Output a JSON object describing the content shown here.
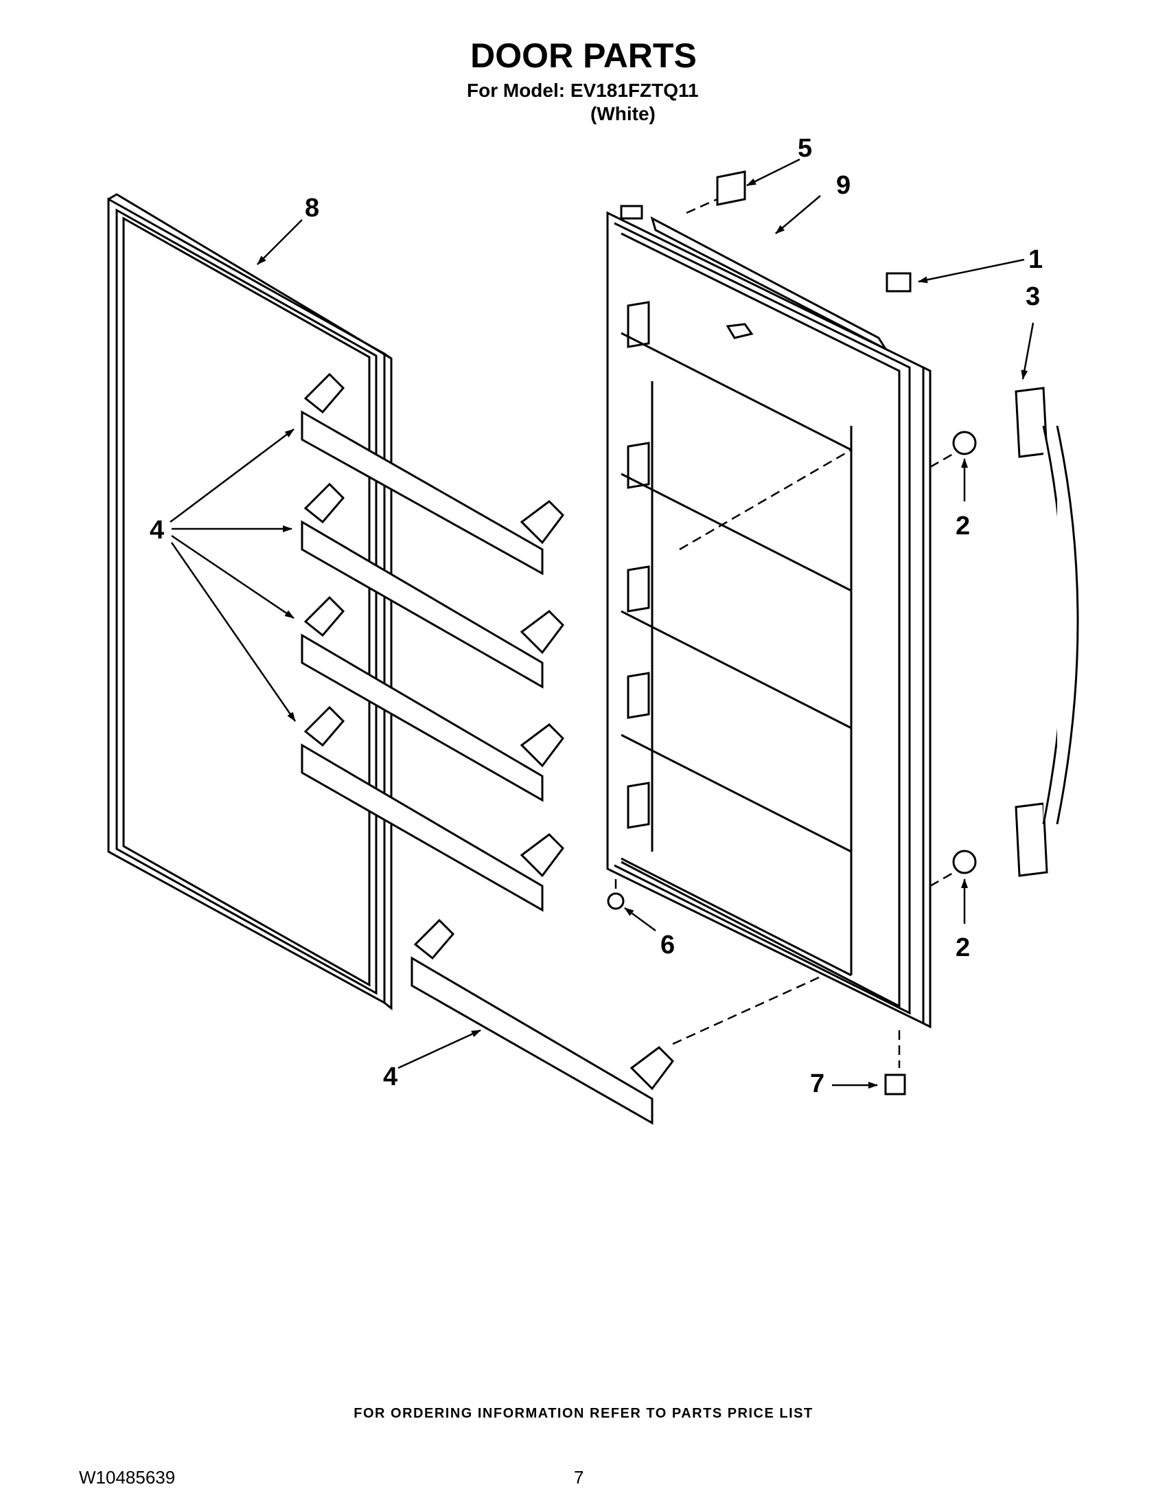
{
  "header": {
    "title": "DOOR PARTS",
    "model_line": "For Model: EV181FZTQ11",
    "color_line": "(White)"
  },
  "callouts": {
    "c1": "1",
    "c2a": "2",
    "c2b": "2",
    "c3": "3",
    "c4a": "4",
    "c4b": "4",
    "c5": "5",
    "c6": "6",
    "c7": "7",
    "c8": "8",
    "c9": "9"
  },
  "footer": {
    "note": "FOR ORDERING INFORMATION REFER TO PARTS PRICE LIST",
    "doc_number": "W10485639",
    "page_number": "7"
  }
}
